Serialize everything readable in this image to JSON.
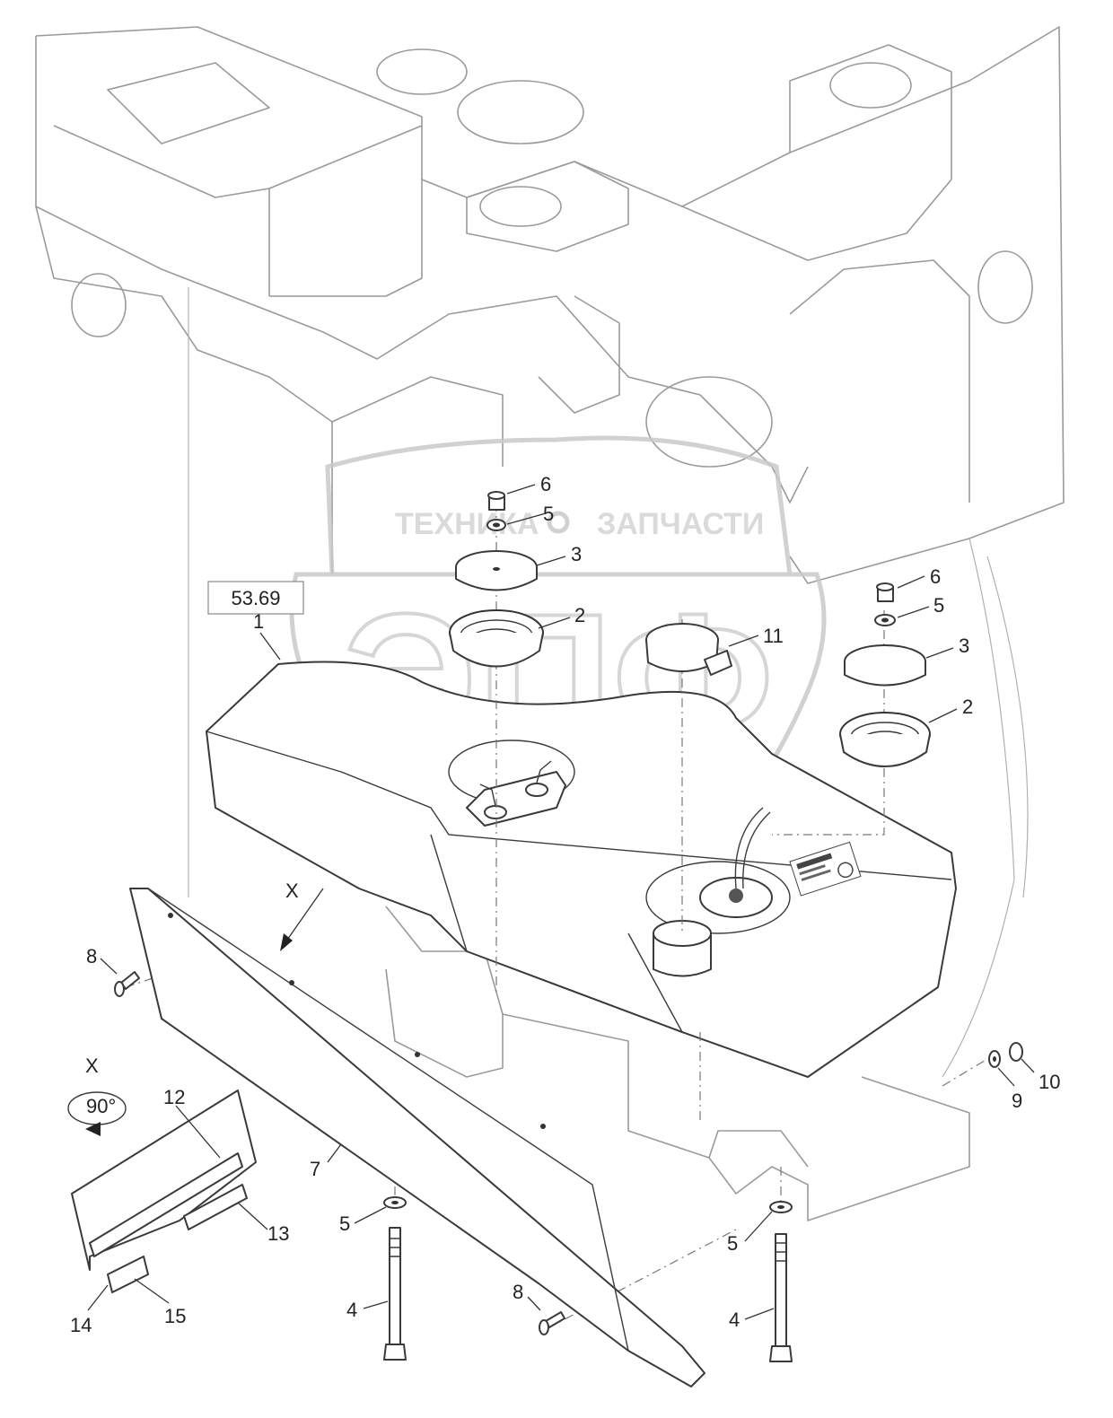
{
  "diagram": {
    "reference_box": "53.69",
    "view_label": "X",
    "view_detail_label": "X",
    "rotation_label": "90°",
    "watermark": {
      "left_text": "ТЕХНИКА",
      "right_text": "ЗАПЧАСТИ",
      "logo_letters": "ЭПФ"
    },
    "callouts": {
      "c1": "1",
      "c2a": "2",
      "c2b": "2",
      "c3a": "3",
      "c3b": "3",
      "c4a": "4",
      "c4b": "4",
      "c5a": "5",
      "c5b": "5",
      "c5c": "5",
      "c5d": "5",
      "c6a": "6",
      "c6b": "6",
      "c7": "7",
      "c8a": "8",
      "c8b": "8",
      "c9": "9",
      "c10": "10",
      "c11": "11",
      "c12": "12",
      "c13": "13",
      "c14": "14",
      "c15": "15"
    }
  }
}
